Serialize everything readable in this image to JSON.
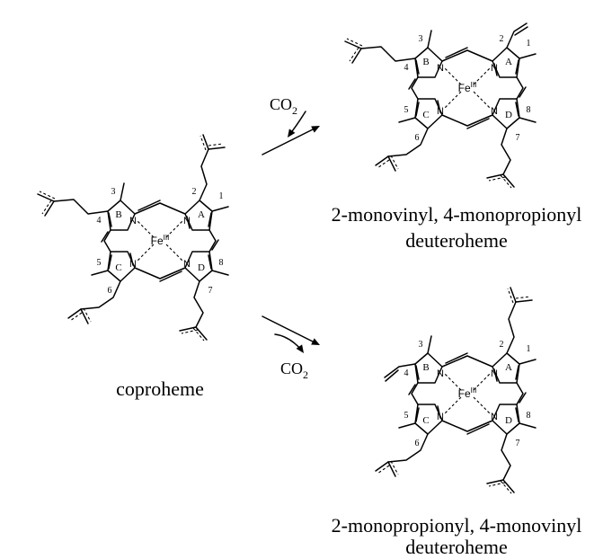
{
  "molecules": {
    "coproheme": {
      "name": "coproheme",
      "positions": [
        "1",
        "2",
        "3",
        "4",
        "5",
        "6",
        "7",
        "8"
      ],
      "rings": [
        "A",
        "B",
        "C",
        "D"
      ],
      "nitrogen": "N",
      "metal": "Fe",
      "oxidation": "III"
    },
    "product_top": {
      "name_line1": "2-monovinyl, 4-monopropionyl",
      "name_line2": "deuteroheme",
      "positions": [
        "1",
        "2",
        "3",
        "4",
        "5",
        "6",
        "7",
        "8"
      ],
      "rings": [
        "A",
        "B",
        "C",
        "D"
      ],
      "nitrogen": "N",
      "metal": "Fe",
      "oxidation": "III"
    },
    "product_bottom": {
      "name_line1": "2-monopropionyl, 4-monovinyl",
      "name_line2": "deuteroheme",
      "positions": [
        "1",
        "2",
        "3",
        "4",
        "5",
        "6",
        "7",
        "8"
      ],
      "rings": [
        "A",
        "B",
        "C",
        "D"
      ],
      "nitrogen": "N",
      "metal": "Fe",
      "oxidation": "III"
    }
  },
  "arrows": {
    "top": {
      "byproduct": "CO",
      "subscript": "2"
    },
    "bottom": {
      "byproduct": "CO",
      "subscript": "2"
    }
  }
}
